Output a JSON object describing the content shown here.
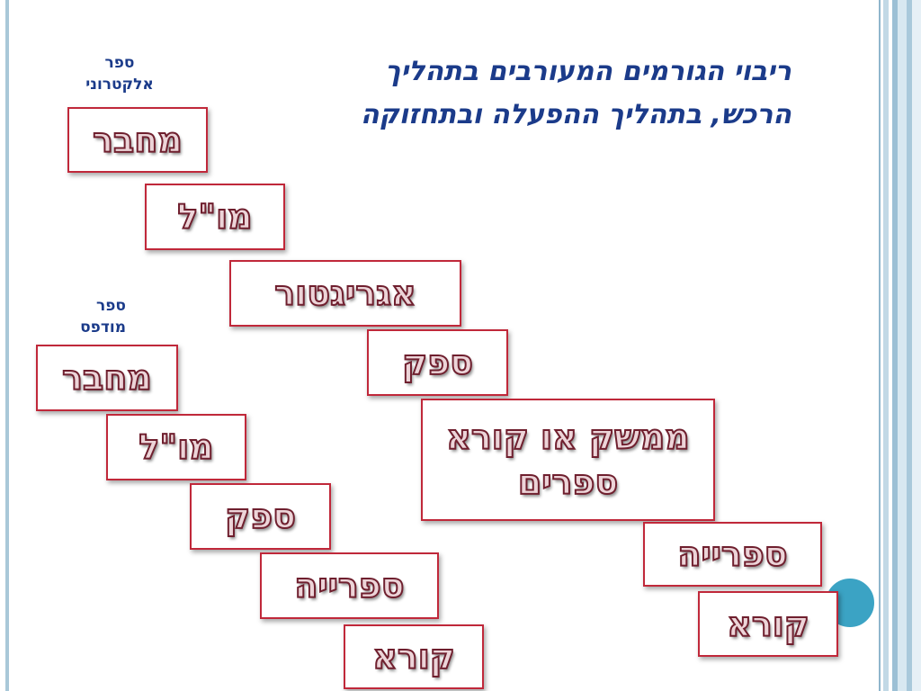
{
  "title": {
    "line1": "ריבוי הגורמים המעורבים בתהליך",
    "line2": "הרכש, בתהליך ההפעלה ובתחזוקה"
  },
  "electronic_book": {
    "label_line1": "ספר",
    "label_line2": "אלקטרוני",
    "chain": [
      "מחבר",
      "מו\"ל",
      "אגריגטור",
      "ספק",
      "ממשק או קורא",
      "ספרים",
      "ספרייה",
      "קורא"
    ]
  },
  "printed_book": {
    "label_line1": "ספר",
    "label_line2": "מודפס",
    "chain": [
      "מחבר",
      "מו\"ל",
      "ספק",
      "ספרייה",
      "קורא"
    ]
  },
  "colors": {
    "box_border": "#c0283a",
    "box_text": "#ecd4d8",
    "title": "#1b3b8a",
    "accent_circle": "#3ba3c4"
  }
}
